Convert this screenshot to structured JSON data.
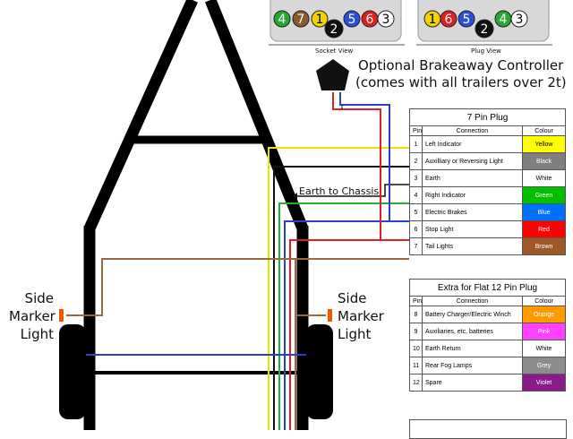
{
  "socket_view": {
    "caption": "Socket View",
    "pins": [
      {
        "number": "4",
        "color": "#22a833"
      },
      {
        "number": "7",
        "color": "#8a5a2b"
      },
      {
        "number": "1",
        "color": "#f2d200"
      },
      {
        "number": "2",
        "color": "#111111"
      },
      {
        "number": "5",
        "color": "#2a4fd8"
      },
      {
        "number": "6",
        "color": "#e02020"
      },
      {
        "number": "3",
        "color": "#ffffff"
      }
    ]
  },
  "plug_view": {
    "caption": "Plug View",
    "pins": [
      {
        "number": "1",
        "color": "#f2d200"
      },
      {
        "number": "6",
        "color": "#e02020"
      },
      {
        "number": "5",
        "color": "#2a4fd8"
      },
      {
        "number": "2",
        "color": "#111111"
      },
      {
        "number": "4",
        "color": "#22a833"
      },
      {
        "number": "3",
        "color": "#ffffff"
      }
    ]
  },
  "breakaway": {
    "line1": "Optional Brakeaway Controller",
    "line2": "(comes with all trailers over 2t)"
  },
  "labels": {
    "earth_to_chassis": "Earth to Chassis",
    "side_marker": [
      "Side",
      "Marker",
      "Light"
    ]
  },
  "table_7pin": {
    "title": "7 Pin Plug",
    "headers": [
      "Pin",
      "Connection",
      "Colour"
    ],
    "rows": [
      {
        "pin": "1",
        "connection": "Left Indicator",
        "colour": "Yellow",
        "bg": "#ffff00",
        "fg": "#000000"
      },
      {
        "pin": "2",
        "connection": "Auxilliary or Reversing Light",
        "colour": "Black",
        "bg": "#7f7f7f",
        "fg": "#ffffff"
      },
      {
        "pin": "3",
        "connection": "Earth",
        "colour": "White",
        "bg": "#ffffff",
        "fg": "#000000"
      },
      {
        "pin": "4",
        "connection": "Right Indicator",
        "colour": "Green",
        "bg": "#00c000",
        "fg": "#ffffff"
      },
      {
        "pin": "5",
        "connection": "Electric Brakes",
        "colour": "Blue",
        "bg": "#0070ff",
        "fg": "#ffffff"
      },
      {
        "pin": "6",
        "connection": "Stop Light",
        "colour": "Red",
        "bg": "#ff0000",
        "fg": "#ffffff"
      },
      {
        "pin": "7",
        "connection": "Tail Lights",
        "colour": "Brown",
        "bg": "#9c5a28",
        "fg": "#ffffff"
      }
    ]
  },
  "table_12pin": {
    "title": "Extra for Flat 12 Pin Plug",
    "headers": [
      "Pin",
      "Connection",
      "Colour"
    ],
    "rows": [
      {
        "pin": "8",
        "connection": "Battery Charger/Electric Winch",
        "colour": "Orange",
        "bg": "#ff9a00",
        "fg": "#ffffff"
      },
      {
        "pin": "9",
        "connection": "Auxiliaries, etc, batteries",
        "colour": "Pink",
        "bg": "#ff40ff",
        "fg": "#ffffff"
      },
      {
        "pin": "10",
        "connection": "Earth Return",
        "colour": "White",
        "bg": "#ffffff",
        "fg": "#000000"
      },
      {
        "pin": "11",
        "connection": "Rear Fog Lamps",
        "colour": "Grey",
        "bg": "#8c8c8c",
        "fg": "#ffffff"
      },
      {
        "pin": "12",
        "connection": "Spare",
        "colour": "Violet",
        "bg": "#8a1c8a",
        "fg": "#ffffff"
      }
    ]
  },
  "wire_colors": {
    "yellow": "#f2e200",
    "black": "#111111",
    "white": "#ffffff",
    "green": "#22b030",
    "blue": "#2a3fd0",
    "red": "#e02020",
    "brown": "#9c6a3a",
    "frame": "#000000"
  }
}
